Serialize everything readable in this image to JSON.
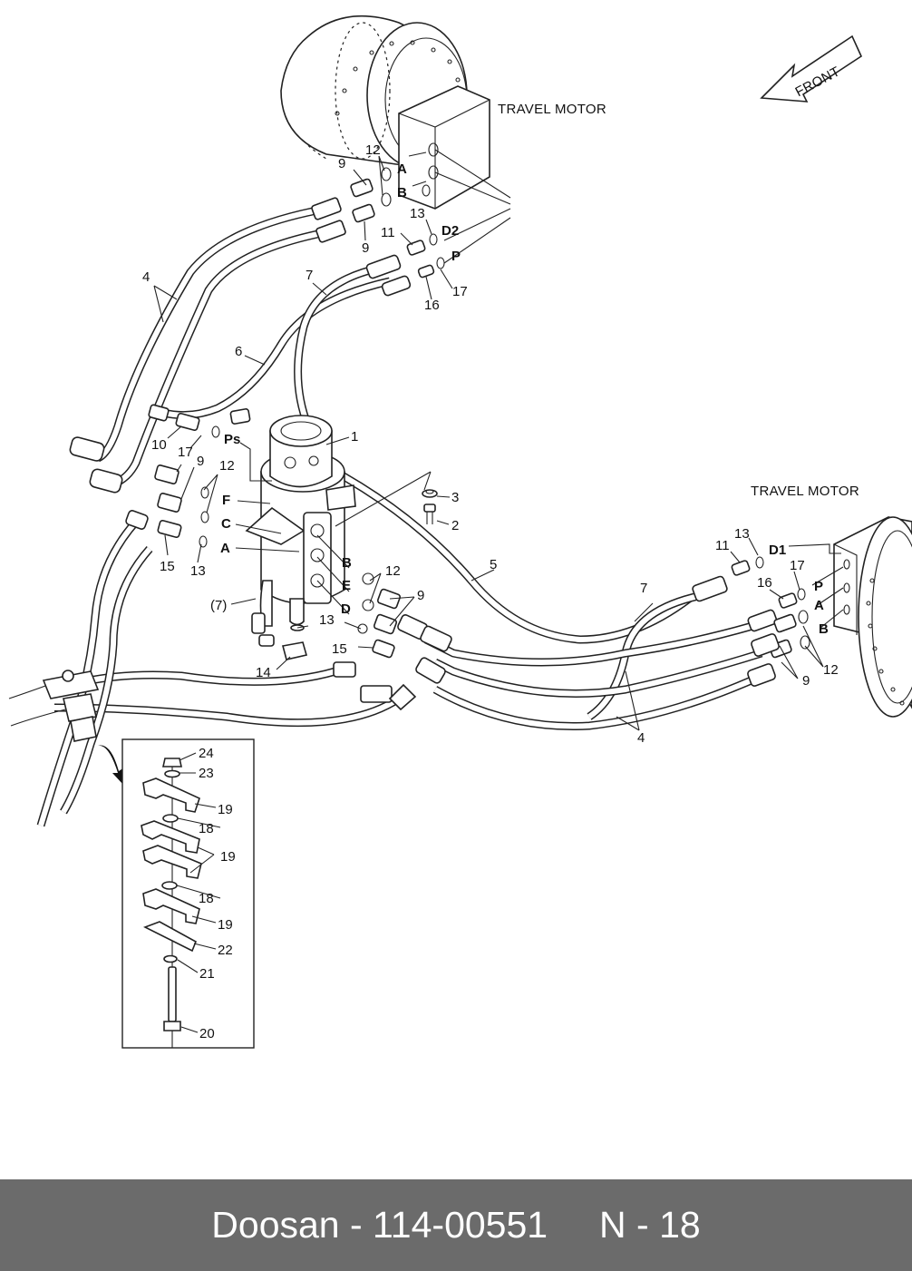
{
  "diagram": {
    "travel_motor_top": "TRAVEL MOTOR",
    "travel_motor_right": "TRAVEL MOTOR",
    "front_arrow": "FRONT",
    "callouts": {
      "c1": "1",
      "c2": "2",
      "c3": "3",
      "c4a": "4",
      "c4b": "4",
      "c5": "5",
      "c6": "6",
      "c7a": "7",
      "c7b": "7",
      "c7c": "(7)",
      "c9a": "9",
      "c9b": "9",
      "c9c": "9",
      "c9d": "9",
      "c9e": "9",
      "c10": "10",
      "c11a": "11",
      "c11b": "11",
      "c12a": "12",
      "c12b": "12",
      "c12c": "12",
      "c12d": "12",
      "c13a": "13",
      "c13b": "13",
      "c13c": "13",
      "c13d": "13",
      "c14": "14",
      "c15a": "15",
      "c15b": "15",
      "c16a": "16",
      "c16b": "16",
      "c17a": "17",
      "c17b": "17",
      "c17c": "17",
      "c18a": "18",
      "c18b": "18",
      "c19a": "19",
      "c19b": "19",
      "c19c": "19",
      "c20": "20",
      "c21": "21",
      "c22": "22",
      "c23": "23",
      "c24": "24"
    },
    "ports": {
      "p_a_top": "A",
      "p_b_top": "B",
      "p_d2": "D2",
      "p_p_top": "P",
      "p_ps": "Ps",
      "p_f": "F",
      "p_c": "C",
      "p_a_left": "A",
      "p_b_mid": "B",
      "p_e": "E",
      "p_d_mid": "D",
      "p_d1": "D1",
      "p_p_right": "P",
      "p_a_right": "A",
      "p_b_right": "B"
    }
  },
  "footer": {
    "brand": "Doosan",
    "separator": " - ",
    "part_number": "114-00551",
    "page": "N - 18"
  }
}
